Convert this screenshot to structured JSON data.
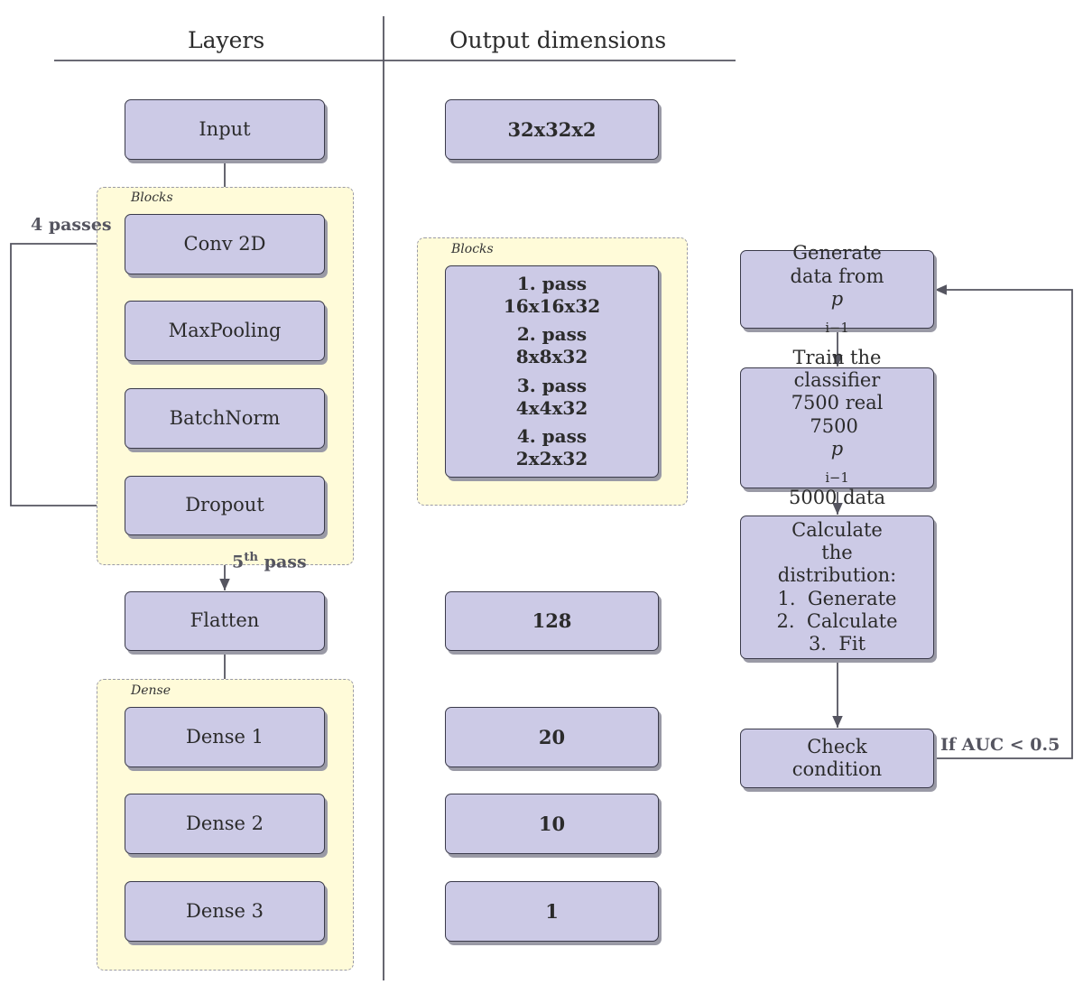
{
  "headers": {
    "layers": "Layers",
    "output": "Output dimensions"
  },
  "groups": {
    "blocks_left": "Blocks",
    "dense": "Dense",
    "blocks_right": "Blocks"
  },
  "layers": {
    "input": "Input",
    "conv": "Conv 2D",
    "maxpool": "MaxPooling",
    "batchnorm": "BatchNorm",
    "dropout": "Dropout",
    "flatten": "Flatten",
    "dense1": "Dense 1",
    "dense2": "Dense 2",
    "dense3": "Dense 3"
  },
  "outputs": {
    "input": "32x32x2",
    "passes": [
      {
        "label": "1.  pass",
        "dims": "16x16x32"
      },
      {
        "label": "2.  pass",
        "dims": "8x8x32"
      },
      {
        "label": "3.  pass",
        "dims": "4x4x32"
      },
      {
        "label": "4.  pass",
        "dims": "2x2x32"
      }
    ],
    "flatten": "128",
    "dense1": "20",
    "dense2": "10",
    "dense3": "1"
  },
  "edges": {
    "passes_loop": "4 passes",
    "fifth_pass_num": "5",
    "fifth_pass_sup": "th",
    "fifth_pass_word": "pass",
    "auc": "If AUC < 0.5"
  },
  "process": {
    "generate": {
      "line1": "Generate",
      "line2": "data from",
      "p": "p",
      "sub": "i−1"
    },
    "train": {
      "line1": "Train the",
      "line2": "classifier",
      "line3": "7500 real",
      "line4_prefix": "7500 ",
      "p": "p",
      "sub": "i−1",
      "line5": "5000 data"
    },
    "calculate": {
      "lines": [
        "Calculate",
        "the",
        "distribution:",
        "1.  Generate",
        "2.  Calculate",
        "3.  Fit"
      ]
    },
    "check": {
      "line1": "Check",
      "line2": "condition"
    }
  },
  "colors": {
    "node_fill": "#cccae6",
    "group_fill": "#fffbd9",
    "line": "#555560"
  }
}
